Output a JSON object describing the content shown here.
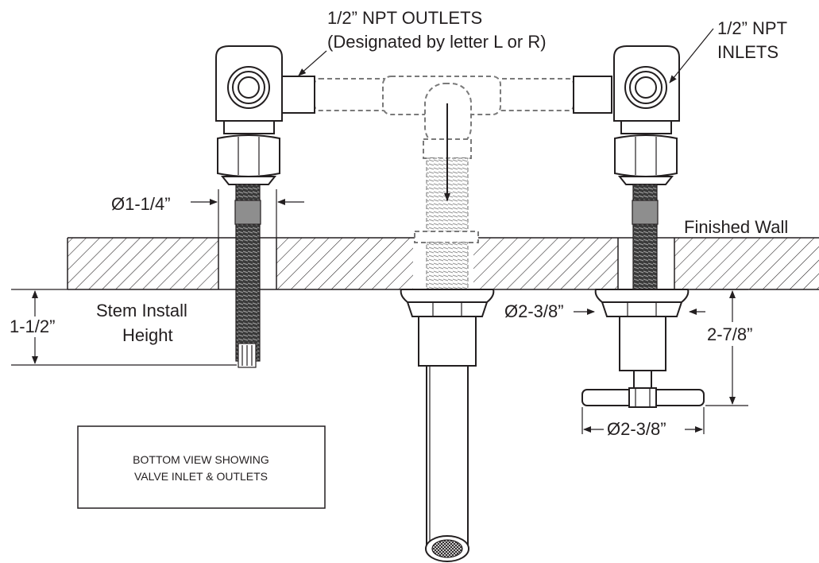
{
  "labels": {
    "outlets_title": "1/2” NPT OUTLETS",
    "outlets_sub": "(Designated by letter L or R)",
    "inlets_line1": "1/2”  NPT",
    "inlets_line2": "INLETS",
    "dia_stem": "Ø1-1/4”",
    "finished_wall": "Finished Wall",
    "height_value": "1-1/2”",
    "stem_install_1": "Stem Install",
    "stem_install_2": "Height",
    "dia_flange": "Ø2-3/8”",
    "height_handle": "2-7/8”",
    "dia_handle": "Ø2-3/8”",
    "bottom_view_1": "BOTTOM VIEW SHOWING",
    "bottom_view_2": "VALVE INLET & OUTLETS"
  }
}
